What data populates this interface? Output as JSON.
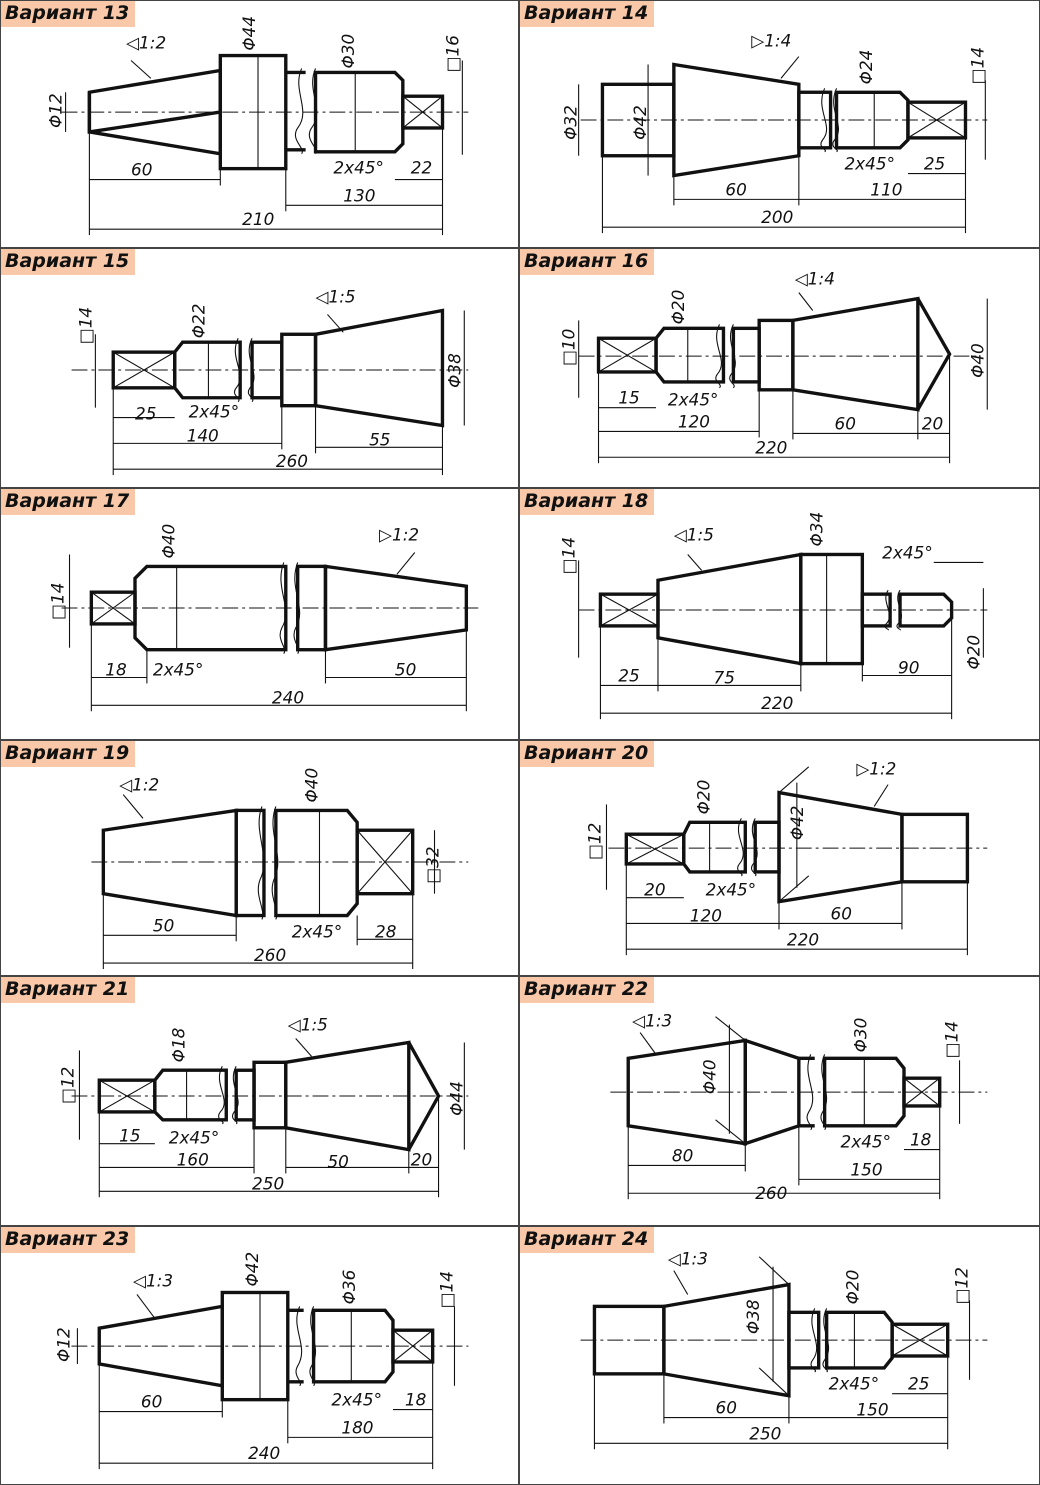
{
  "variants": [
    {
      "title": "Вариант 13",
      "taper": "◁1:2",
      "square": "□16",
      "d1": "Φ12",
      "d2": "Φ44",
      "d3": "Φ30",
      "chamfer": "2x45°",
      "len_a": "60",
      "len_b": "22",
      "len_c": "130",
      "len_total": "210"
    },
    {
      "title": "Вариант 14",
      "taper": "▷1:4",
      "square": "□14",
      "d1": "Φ32",
      "d2": "Φ42",
      "d3": "Φ24",
      "chamfer": "2x45°",
      "len_a": "60",
      "len_b": "25",
      "len_c": "110",
      "len_total": "200"
    },
    {
      "title": "Вариант 15",
      "taper": "◁1:5",
      "square": "□14",
      "d1": "Φ22",
      "d2": "Φ38",
      "chamfer": "2x45°",
      "len_a": "25",
      "len_b": "55",
      "len_c": "140",
      "len_total": "260"
    },
    {
      "title": "Вариант 16",
      "taper": "◁1:4",
      "square": "□10",
      "d1": "Φ20",
      "d2": "Φ40",
      "chamfer": "2x45°",
      "len_a": "15",
      "len_b": "60",
      "len_c": "120",
      "len_d": "20",
      "len_total": "220"
    },
    {
      "title": "Вариант 17",
      "taper": "▷1:2",
      "square": "□14",
      "d1": "Φ40",
      "chamfer": "2x45°",
      "len_a": "18",
      "len_b": "50",
      "len_total": "240"
    },
    {
      "title": "Вариант 18",
      "taper": "◁1:5",
      "square": "□14",
      "d1": "Φ34",
      "d2": "Φ20",
      "chamfer": "2x45°",
      "len_a": "25",
      "len_b": "75",
      "len_c": "90",
      "len_total": "220"
    },
    {
      "title": "Вариант 19",
      "taper": "◁1:2",
      "square": "□32",
      "d1": "Φ40",
      "chamfer": "2x45°",
      "len_a": "50",
      "len_b": "28",
      "len_total": "260"
    },
    {
      "title": "Вариант 20",
      "taper": "▷1:2",
      "square": "□12",
      "d1": "Φ20",
      "d2": "Φ42",
      "chamfer": "2x45°",
      "len_a": "20",
      "len_b": "60",
      "len_c": "120",
      "len_total": "220"
    },
    {
      "title": "Вариант 21",
      "taper": "◁1:5",
      "square": "□12",
      "d1": "Φ18",
      "d2": "Φ44",
      "chamfer": "2x45°",
      "len_a": "15",
      "len_b": "50",
      "len_c": "160",
      "len_d": "20",
      "len_total": "250"
    },
    {
      "title": "Вариант 22",
      "taper": "◁1:3",
      "square": "□14",
      "d1": "Φ40",
      "d2": "Φ30",
      "chamfer": "2x45°",
      "len_a": "80",
      "len_b": "18",
      "len_c": "150",
      "len_total": "260"
    },
    {
      "title": "Вариант 23",
      "taper": "◁1:3",
      "square": "□14",
      "d1": "Φ12",
      "d2": "Φ42",
      "d3": "Φ36",
      "chamfer": "2x45°",
      "len_a": "60",
      "len_b": "18",
      "len_c": "180",
      "len_total": "240"
    },
    {
      "title": "Вариант 24",
      "taper": "◁1:3",
      "square": "□12",
      "d1": "Φ38",
      "d2": "Φ20",
      "chamfer": "2x45°",
      "len_a": "60",
      "len_b": "25",
      "len_c": "150",
      "len_total": "250"
    }
  ]
}
